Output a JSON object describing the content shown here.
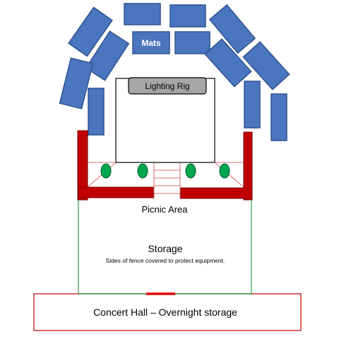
{
  "labels": {
    "mats": "Mats",
    "lighting_rig": "Lighting Rig",
    "picnic_area": "Picnic Area",
    "storage": "Storage",
    "storage_note": "Sides of fence covered to protect equipment.",
    "concert_hall": "Concert Hall – Overnight storage"
  },
  "colors": {
    "mat_fill": "#4a76bf",
    "mat_stroke": "#2f528f",
    "barrier_fill": "#c00000",
    "barrier_stroke": "#7f0000",
    "light_fill": "#00a650",
    "light_stroke": "#005a2a",
    "rig_fill": "#a6a6a6",
    "fence_green": "#2e9e3e",
    "hall_outline": "#c00000"
  }
}
